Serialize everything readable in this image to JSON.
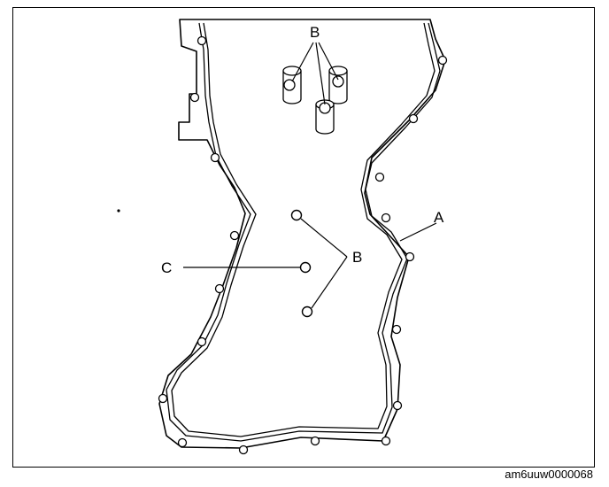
{
  "figure": {
    "callouts": {
      "a": "A",
      "b_top": "B",
      "b_mid": "B",
      "c": "C"
    },
    "figure_id": "am6uuw0000068"
  }
}
